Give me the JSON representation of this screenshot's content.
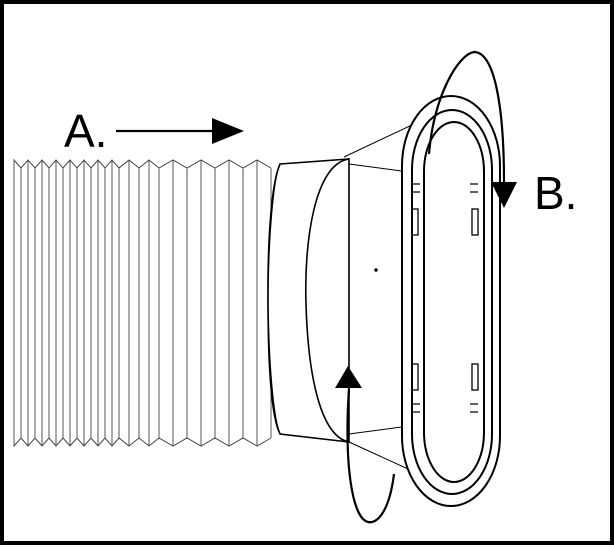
{
  "labels": {
    "a": "A.",
    "b": "B."
  },
  "colors": {
    "ink": "#000000",
    "background": "#ffffff",
    "line_gray": "#555555"
  },
  "icons": {
    "arrow_a": "straight-right-arrow",
    "arrow_b": "curved-down-arrow",
    "arrow_c": "curved-up-arrow"
  }
}
